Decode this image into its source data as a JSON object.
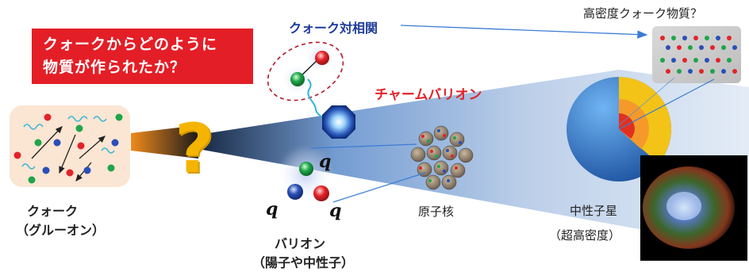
{
  "banner": {
    "line1": "クォークからどのように",
    "line2": "物質が作られたか？"
  },
  "labels": {
    "quark_correlation": "クォーク対相関",
    "charm_baryon": "チャームバリオン",
    "dense_matter": "高密度クォーク物質？",
    "quark_gluon_1": "クォーク",
    "quark_gluon_2": "（グルーオン）",
    "baryon_1": "バリオン",
    "baryon_2": "（陽子や中性子）",
    "nucleus": "原子核",
    "neutron_star_1": "中性子星",
    "neutron_star_2": "（超高密度）",
    "question_mark": "?",
    "q": "q"
  },
  "colors": {
    "red": "#e3232a",
    "green": "#1fa54a",
    "blue": "#2a4fb8",
    "banner_red": "#e41e26",
    "correlation_blue": "#1f3c9a",
    "question_yellow": "#f4b400"
  },
  "icons": [
    "quark-box",
    "diquark-pair",
    "charm-baryon-icon",
    "baryon-icon",
    "nucleus-icon",
    "neutron-star-icon",
    "nebula-image",
    "dense-matter-grid"
  ]
}
